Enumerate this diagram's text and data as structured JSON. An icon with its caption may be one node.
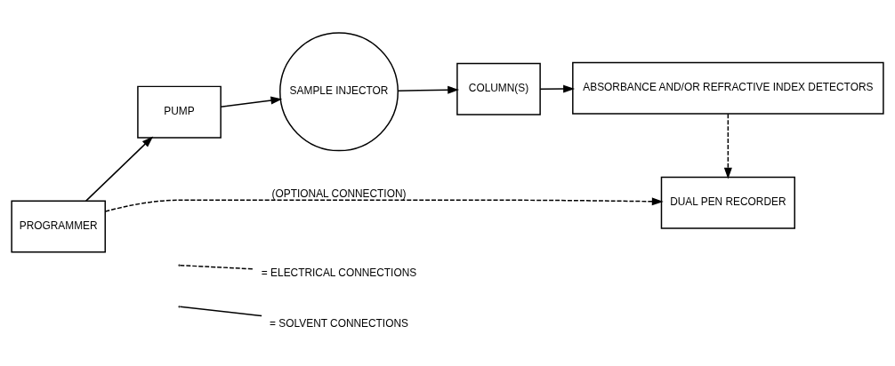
{
  "diagram": {
    "nodes": [
      {
        "text": [
          "PROGRAMMER"
        ]
      },
      {
        "text": [
          "PUMP"
        ]
      },
      {
        "text": [
          "SAMPLE INJECTOR"
        ]
      },
      {
        "text": [
          "COLUMN(S)"
        ]
      },
      {
        "text": [
          "ABSORBANCE AND/OR REFRACTIVE INDEX DETECTORS"
        ]
      },
      {
        "text": [
          "DUAL PEN RECORDER"
        ]
      }
    ],
    "edges": [
      {
        "from": 0,
        "to": 1,
        "arrow": "to"
      },
      {
        "from": 1,
        "to": 2,
        "arrow": "to"
      },
      {
        "from": 2,
        "to": 3,
        "arrow": "to"
      },
      {
        "from": 3,
        "to": 4,
        "arrow": "to"
      },
      {
        "from": 4,
        "to": 5,
        "arrow": "to",
        "style": "dashed"
      },
      {
        "from": 0,
        "to": 5,
        "arrow": "to",
        "style": "dashed",
        "label": "(OPTIONAL CONNECTION)"
      }
    ],
    "legend": [
      {
        "text": "= ELECTRICAL CONNECTIONS"
      },
      {
        "text": "= SOLVENT CONNECTIONS"
      }
    ]
  }
}
